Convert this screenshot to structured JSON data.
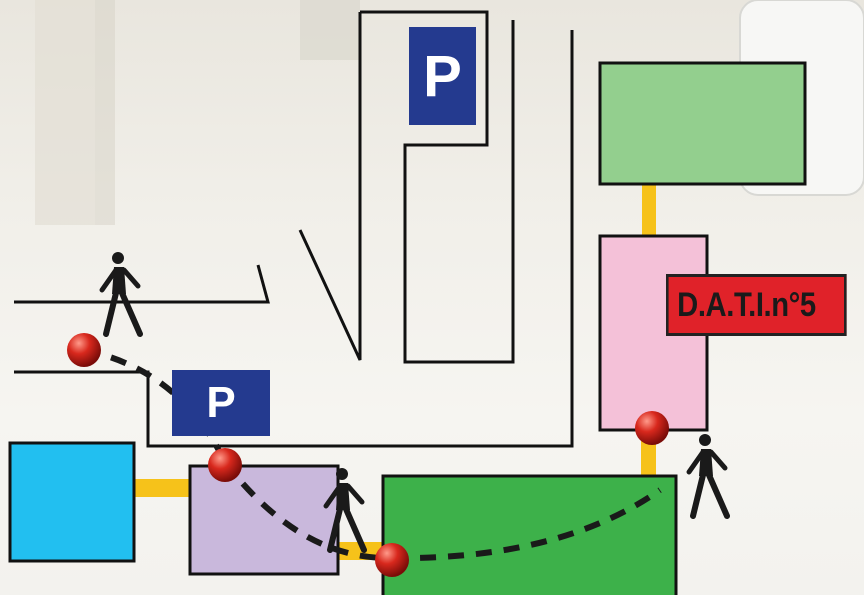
{
  "parking_signs": [
    {
      "id": "top",
      "label": "P"
    },
    {
      "id": "mid",
      "label": "P"
    }
  ],
  "station_label": "D.A.T.I.n°5",
  "colors": {
    "parking_blue": "#243a8f",
    "label_red": "#e02229",
    "box_cyan": "#22bff0",
    "box_lavender": "#c9b8dc",
    "box_green_dark": "#3db14a",
    "box_green_light": "#93cf8e",
    "box_pink": "#f4c1d8",
    "connector_yellow": "#f6c21a",
    "waypoint_red": "#d8281d"
  }
}
